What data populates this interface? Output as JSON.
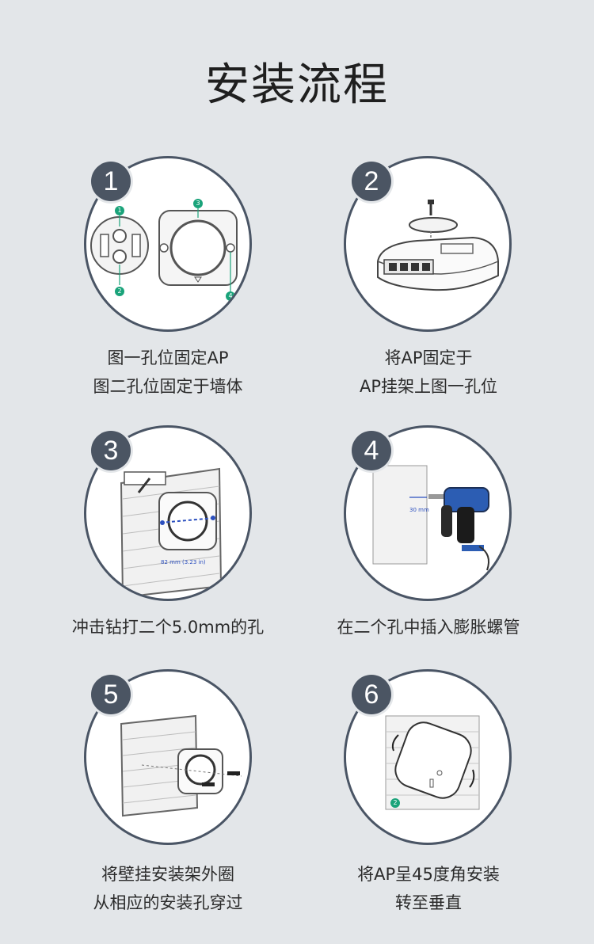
{
  "title": "安装流程",
  "steps": [
    {
      "number": "1",
      "lines": [
        "图一孔位固定AP",
        "图二孔位固定于墙体"
      ],
      "labels": [
        "1",
        "2",
        "3",
        "4"
      ]
    },
    {
      "number": "2",
      "lines": [
        "将AP固定于",
        "AP挂架上图一孔位"
      ]
    },
    {
      "number": "3",
      "lines": [
        "冲击钻打二个5.0mm的孔"
      ],
      "measure": "82 mm (3.23 in)"
    },
    {
      "number": "4",
      "lines": [
        "在二个孔中插入膨胀螺管"
      ],
      "measure": "30 mm"
    },
    {
      "number": "5",
      "lines": [
        "将壁挂安装架外圈",
        "从相应的安装孔穿过"
      ]
    },
    {
      "number": "6",
      "lines": [
        "将AP呈45度角安装",
        "转至垂直"
      ],
      "labels": [
        "2"
      ]
    }
  ],
  "colors": {
    "background": "#e3e6e9",
    "badge": "#4b5563",
    "circle_border": "#4a5565",
    "accent_green": "#1aa37a",
    "accent_blue": "#2b4fbf"
  }
}
